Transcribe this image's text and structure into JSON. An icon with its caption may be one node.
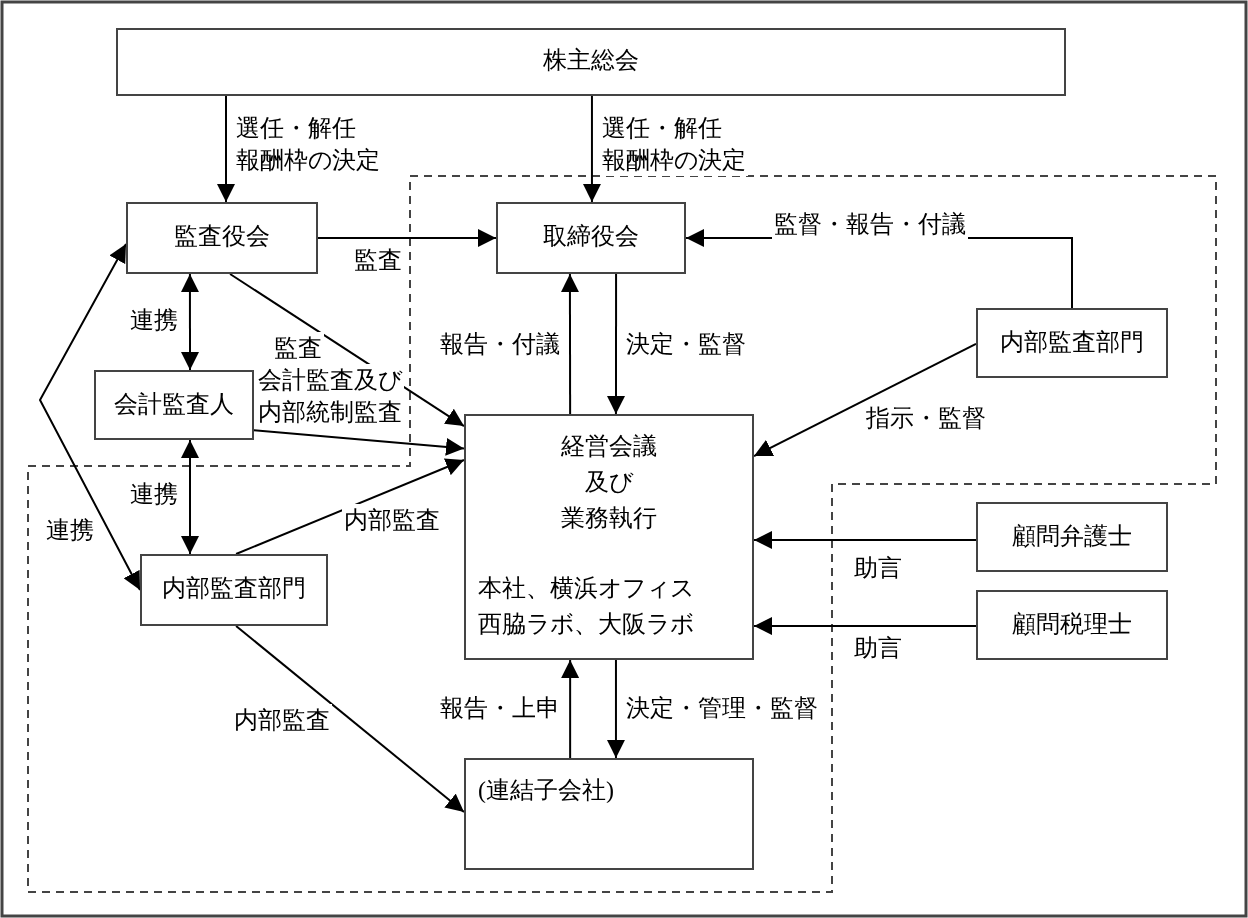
{
  "diagram": {
    "nodes": [
      {
        "text": [
          "株主総会"
        ]
      },
      {
        "text": [
          "監査役会"
        ]
      },
      {
        "text": [
          "取締役会"
        ]
      },
      {
        "text": [
          "内部監査部門"
        ]
      },
      {
        "text": [
          "会計監査人"
        ]
      },
      {
        "text": [
          "経営会議及び業務執行",
          "本社、横浜オフィス西脇ラボ、大阪ラボ"
        ]
      },
      {
        "text": [
          "顧問弁護士"
        ]
      },
      {
        "text": [
          "顧問税理士"
        ]
      },
      {
        "text": [
          "内部監査部門"
        ]
      },
      {
        "text": [
          "(連結子会社)"
        ]
      }
    ],
    "edges": [
      {
        "from": 0,
        "to": 1,
        "arrow": "to",
        "label": "選任・解任報酬枠の決定"
      },
      {
        "from": 0,
        "to": 2,
        "arrow": "to",
        "label": "選任・解任報酬枠の決定"
      },
      {
        "from": 1,
        "to": 2,
        "arrow": "to",
        "label": "監査"
      },
      {
        "from": 3,
        "to": 2,
        "arrow": "to",
        "label": "監督・報告・付議"
      },
      {
        "from": 1,
        "to": 4,
        "arrow": "both",
        "label": "連携"
      },
      {
        "from": 1,
        "to": 5,
        "arrow": "to",
        "label": "監査"
      },
      {
        "from": 4,
        "to": 5,
        "arrow": "to",
        "label": "会計監査及び内部統制監査"
      },
      {
        "from": 5,
        "to": 2,
        "arrow": "to",
        "label": "報告・付議"
      },
      {
        "from": 2,
        "to": 5,
        "arrow": "to",
        "label": "決定・監督"
      },
      {
        "from": 3,
        "to": 5,
        "arrow": "to",
        "label": "指示・監督"
      },
      {
        "from": 4,
        "to": 8,
        "arrow": "both",
        "label": "連携"
      },
      {
        "from": 8,
        "to": 5,
        "arrow": "to",
        "label": "内部監査"
      },
      {
        "from": 1,
        "to": 8,
        "arrow": "both",
        "label": "連携"
      },
      {
        "from": 6,
        "to": 5,
        "arrow": "to",
        "label": "助言"
      },
      {
        "from": 7,
        "to": 5,
        "arrow": "to",
        "label": "助言"
      },
      {
        "from": 8,
        "to": 9,
        "arrow": "to",
        "label": "内部監査"
      },
      {
        "from": 9,
        "to": 5,
        "arrow": "to",
        "label": "報告・上申"
      },
      {
        "from": 5,
        "to": 9,
        "arrow": "to",
        "label": "決定・管理・監督"
      }
    ]
  }
}
